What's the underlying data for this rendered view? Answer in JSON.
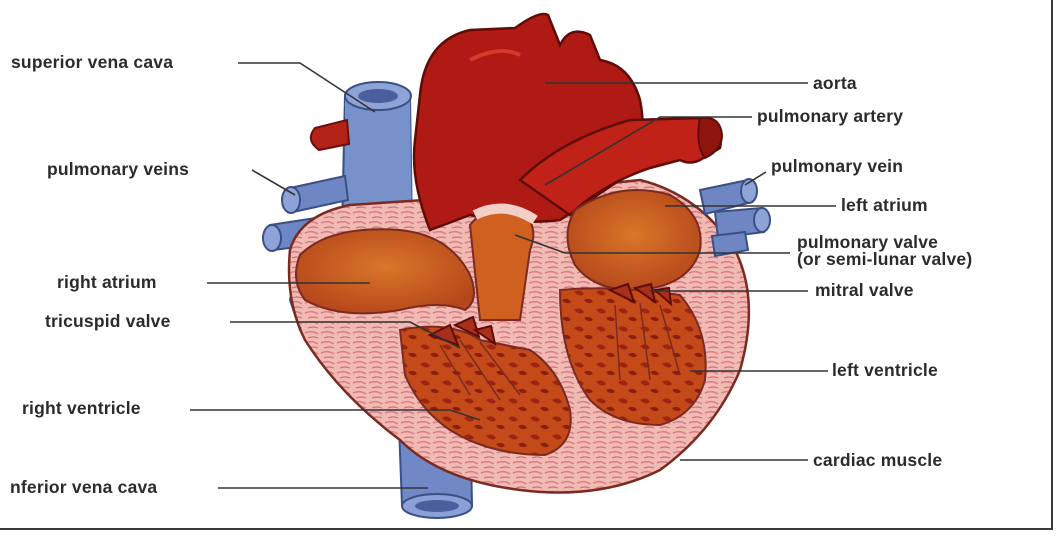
{
  "labels": {
    "superior_vena_cava": "superior vena cava",
    "pulmonary_veins": "pulmonary veins",
    "right_atrium": "right atrium",
    "tricuspid_valve": "tricuspid valve",
    "right_ventricle": "right ventricle",
    "inferior_vena_cava": "nferior vena cava",
    "aorta": "aorta",
    "pulmonary_artery": "pulmonary artery",
    "pulmonary_vein": "pulmonary vein",
    "left_atrium": "left atrium",
    "pulmonary_valve_line1": "pulmonary valve",
    "pulmonary_valve_line2": "(or semi-lunar valve)",
    "mitral_valve": "mitral valve",
    "left_ventricle": "left ventricle",
    "cardiac_muscle": "cardiac muscle"
  },
  "colors": {
    "vein_blue": "#6f86c4",
    "artery_red": "#b01a14",
    "chamber_orange": "#d2691e",
    "muscle_pink": "#f2b8b0",
    "leader_line": "#333333"
  }
}
